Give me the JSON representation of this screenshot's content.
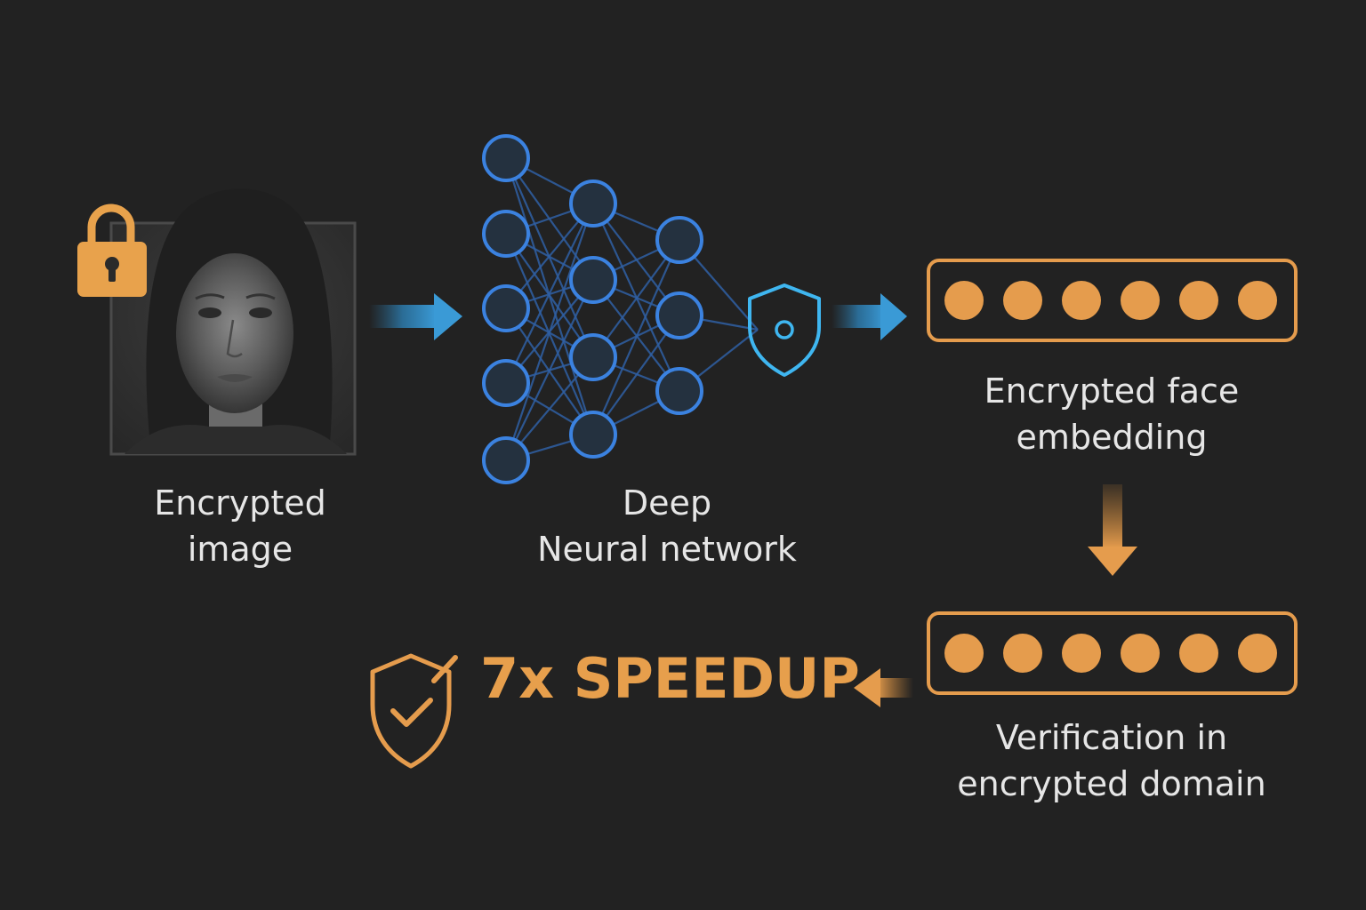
{
  "stages": {
    "image": {
      "line1": "Encrypted",
      "line2": "image",
      "lock_icon": "lock-icon"
    },
    "network": {
      "line1": "Deep",
      "line2": "Neural network",
      "layers": [
        5,
        4,
        3
      ],
      "output_icon": "shield-icon"
    },
    "embedding": {
      "line1": "Encrypted face",
      "line2": "embedding",
      "dot_count": 6
    },
    "verification": {
      "line1": "Verification in",
      "line2": "encrypted domain",
      "dot_count": 6
    },
    "result": {
      "text": "7x SPEEDUP",
      "icon": "shield-check-icon"
    }
  },
  "colors": {
    "background": "#222222",
    "blue": "#3b82e0",
    "blue_light": "#3fb6f0",
    "orange": "#e59c4d",
    "text": "#e6e6e6"
  }
}
